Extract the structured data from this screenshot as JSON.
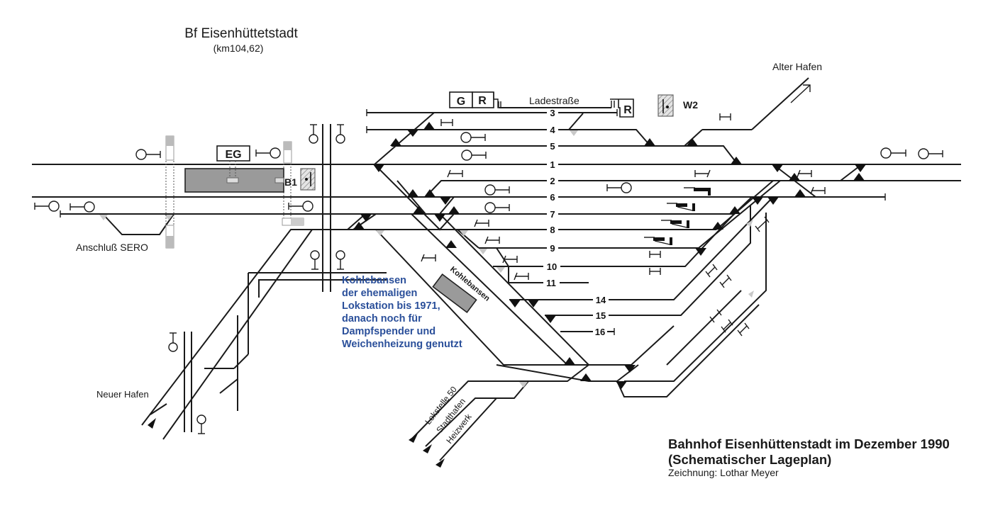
{
  "station": {
    "name": "Bf Eisenhüttetstadt",
    "km": "(km104,62)"
  },
  "title": {
    "line1": "Bahnhof Eisenhüttenstadt im Dezember 1990",
    "line2": "(Schematischer Lageplan)",
    "credit": "Zeichnung: Lothar Meyer"
  },
  "buildings": {
    "eg": "EG",
    "b1": "B1",
    "w2": "W2",
    "g": "G",
    "r1": "R",
    "r2": "R",
    "ladestrasse": "Ladestraße",
    "kohlebansen": "Kohlebansen"
  },
  "destinations": {
    "alter_hafen": "Alter Hafen",
    "neuer_hafen": "Neuer Hafen",
    "anschluss_sero": "Anschluß SERO",
    "lokstelle": "Lokstelle 50",
    "stadthafen": "Stadthafen",
    "heizwerk": "Heizwerk"
  },
  "note": {
    "lines": [
      "Kohlebansen",
      "der ehemaligen",
      "Lokstation bis 1971,",
      "danach noch für",
      "Dampfspender und",
      "Weichenheizung genutzt"
    ],
    "color": "#2a4f9a"
  },
  "tracks": {
    "t3": "3",
    "t4": "4",
    "t5": "5",
    "t1": "1",
    "t2": "2",
    "t6": "6",
    "t7": "7",
    "t8": "8",
    "t9": "9",
    "t10": "10",
    "t11": "11",
    "t14": "14",
    "t15": "15",
    "t16": "16"
  }
}
